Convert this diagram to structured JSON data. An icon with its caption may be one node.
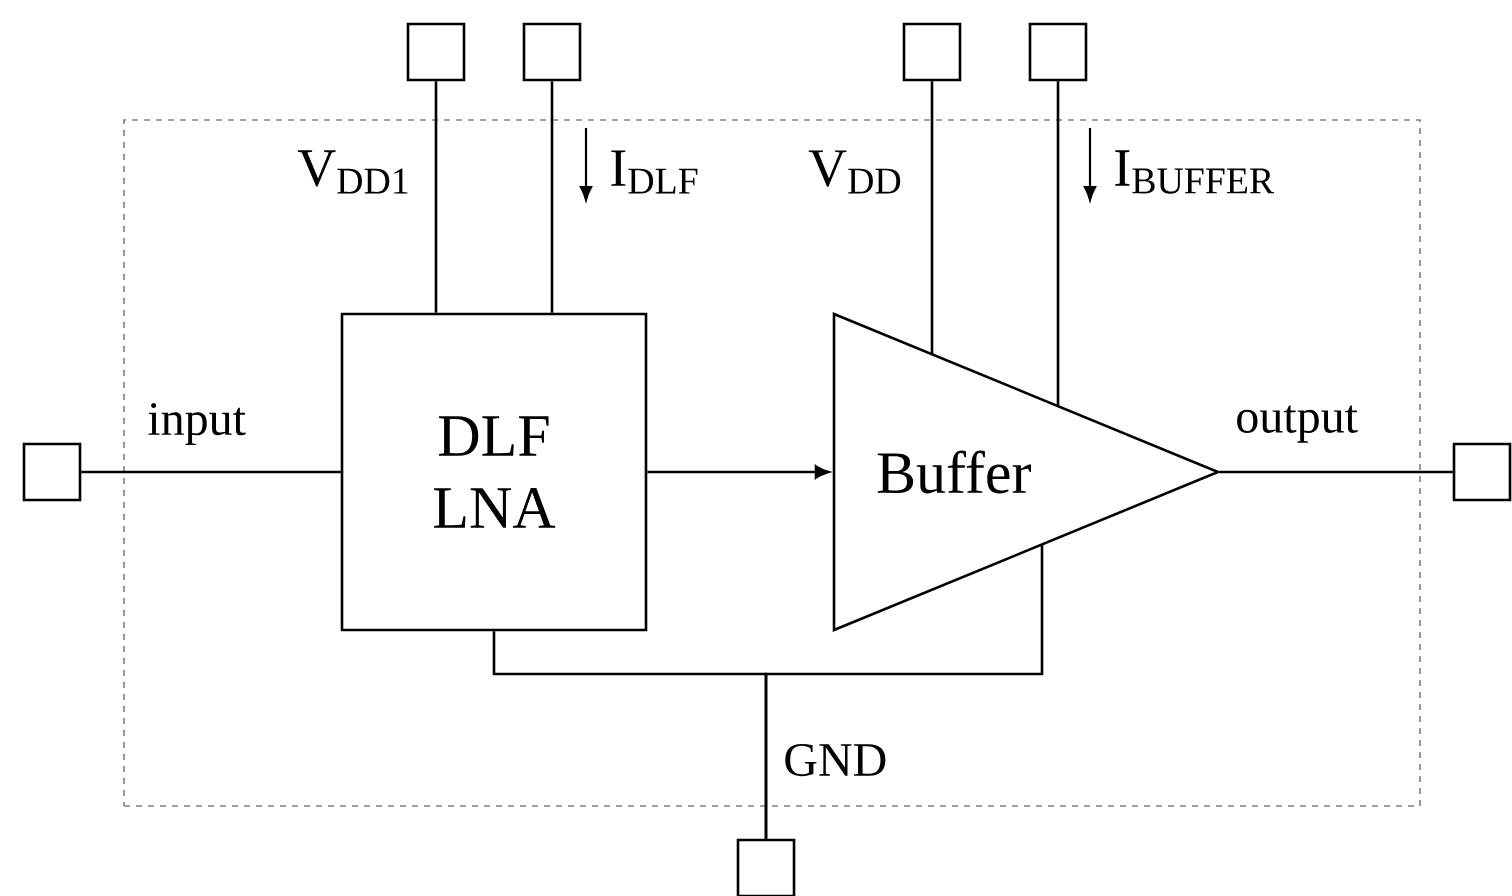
{
  "diagram": {
    "nodes": [
      {
        "text": [],
        "shape": "box"
      },
      {
        "text": [
          "DLF LNA"
        ],
        "in": 0
      },
      {
        "text": [
          "Buffer"
        ],
        "in": 0
      },
      {
        "text": [],
        "shape": "box"
      },
      {
        "text": [],
        "shape": "box"
      },
      {
        "text": [],
        "shape": "box"
      },
      {
        "text": [],
        "shape": "box"
      },
      {
        "text": [],
        "shape": "box"
      },
      {
        "text": [],
        "shape": "box"
      },
      {
        "text": [],
        "shape": "box"
      }
    ],
    "edges": [
      {
        "from": 3,
        "to": 1,
        "arrow": "none"
      },
      {
        "from": 4,
        "to": 1,
        "arrow": "none"
      },
      {
        "from": 5,
        "to": 2,
        "arrow": "none"
      },
      {
        "from": 6,
        "to": 2,
        "arrow": "none"
      },
      {
        "from": 7,
        "to": 1,
        "arrow": "none"
      },
      {
        "from": 1,
        "to": 2,
        "arrow": "to"
      },
      {
        "from": 2,
        "to": 8,
        "arrow": "none"
      },
      {
        "from": 9,
        "to": 1,
        "arrow": "none"
      },
      {
        "from": 9,
        "to": 2,
        "arrow": "none"
      }
    ],
    "labels": [
      "V$_{DD1}$",
      "I$_{DLF}$",
      "V$_{DD}$",
      "I$_{BUFFER}$",
      "input",
      "output",
      "GND"
    ]
  }
}
